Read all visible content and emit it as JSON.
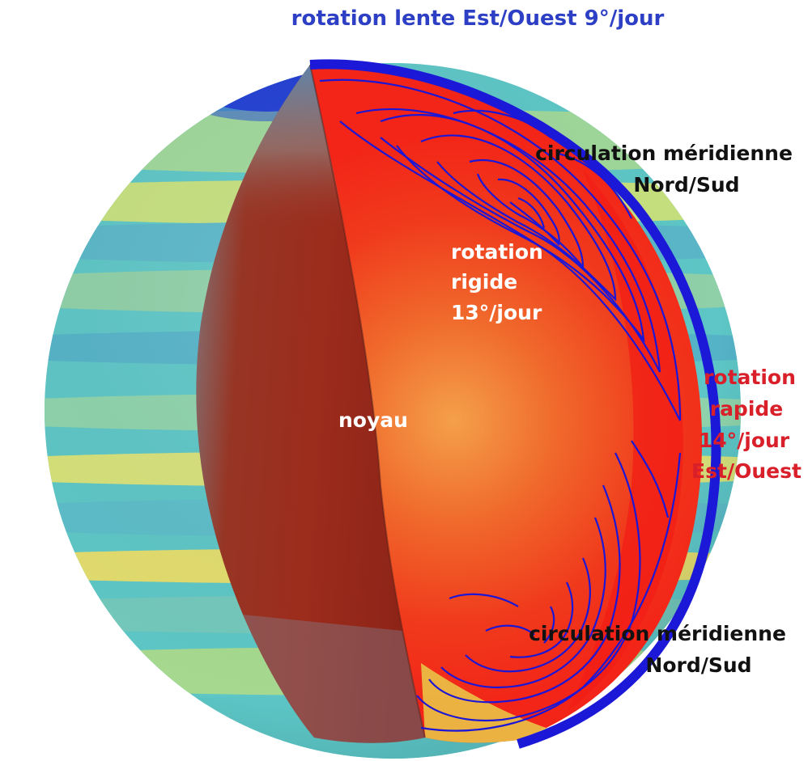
{
  "labels": {
    "top_rotation": "rotation lente Est/Ouest 9°/jour",
    "meridional_top_line1": "circulation méridienne",
    "meridional_top_line2": "Nord/Sud",
    "rigid_line1": "rotation",
    "rigid_line2": "rigide",
    "rigid_line3": "13°/jour",
    "core": "noyau",
    "fast_line1": "rotation",
    "fast_line2": "rapide",
    "fast_line3": "14°/jour",
    "fast_line4": "Est/Ouest",
    "meridional_bottom_line1": "circulation méridienne",
    "meridional_bottom_line2": "Nord/Sud"
  },
  "colors": {
    "label_blue": "#2d3fc4",
    "label_black": "#111111",
    "label_white": "#ffffff",
    "label_red": "#d81f2a",
    "streamline": "#1c16d6",
    "surface_cyan": "#5ec6c6",
    "interior_red": "#f03a1c",
    "core_brown": "#962a1b"
  }
}
